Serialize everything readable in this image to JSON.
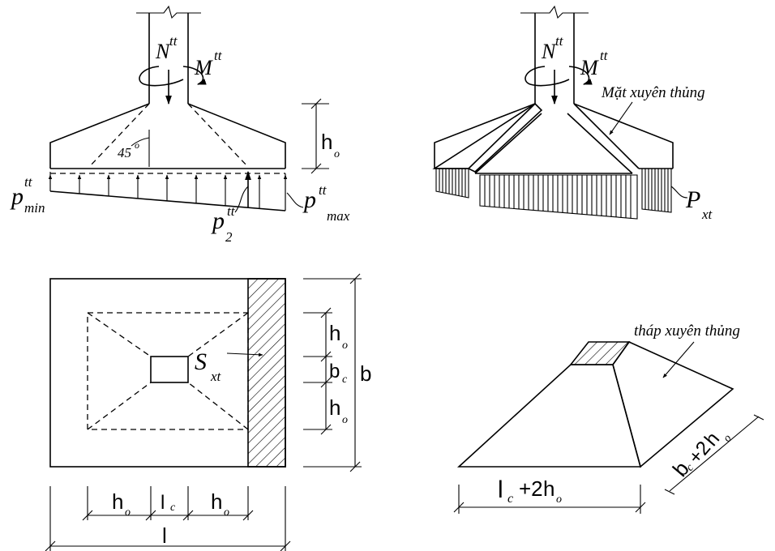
{
  "labels": {
    "N": "N",
    "M": "M",
    "tt": "tt",
    "h": "h",
    "o": "o",
    "angle": "45",
    "angle_unit": "o",
    "p": "p",
    "min": "min",
    "max": "max",
    "two": "2",
    "punch_surface": "Mặt xuyên thủng",
    "P": "P",
    "xt": "xt",
    "S": "S",
    "b": "b",
    "c": "c",
    "l": "l",
    "plus_2": "+2",
    "punch_tower": "tháp xuyên thủng"
  }
}
